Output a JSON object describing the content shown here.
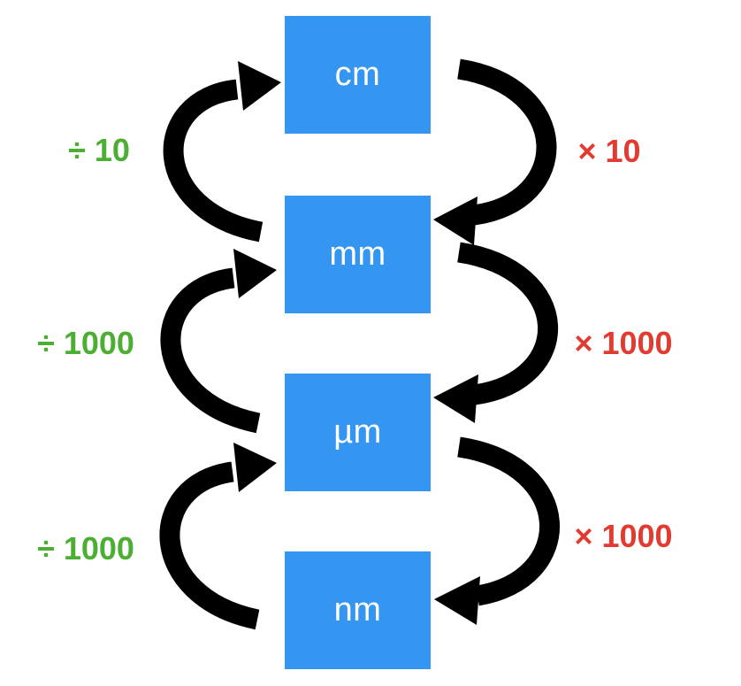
{
  "diagram": {
    "units": [
      {
        "label": "cm"
      },
      {
        "label": "mm"
      },
      {
        "label": "µm"
      },
      {
        "label": "nm"
      }
    ],
    "conversions": [
      {
        "up_label": "÷ 10",
        "down_label": "× 10"
      },
      {
        "up_label": "÷ 1000",
        "down_label": "× 1000"
      },
      {
        "up_label": "÷ 1000",
        "down_label": "× 1000"
      }
    ],
    "icons": {
      "left_arrows": "curved-arrow-up-icon",
      "right_arrows": "curved-arrow-down-icon"
    },
    "colors": {
      "unit_box": "#3596F2",
      "unit_text": "#FFFFFF",
      "divide_label": "#4CAE32",
      "multiply_label": "#E23B31",
      "arrow": "#000000",
      "background": "#FFFFFF"
    }
  }
}
